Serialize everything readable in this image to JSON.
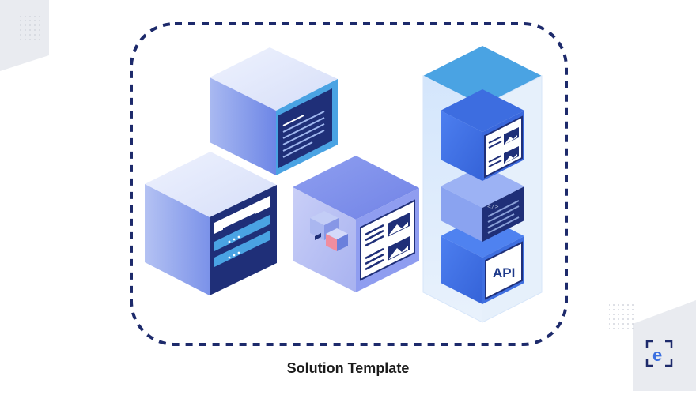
{
  "caption": "Solution Template",
  "api_label": "API",
  "code_tag": "</>",
  "logo_letter": "e",
  "colors": {
    "dashed_border": "#1d2a6b",
    "navy": "#1f2f78",
    "blue": "#3b6fe0",
    "light_blue": "#b9c7f5",
    "tower": "#d8e8fb",
    "accent_cyan": "#45a6e6"
  },
  "icons": [
    "document-panel-icon",
    "form-panel-icon",
    "image-card-icon",
    "code-editor-icon",
    "api-icon",
    "brand-logo-icon"
  ]
}
